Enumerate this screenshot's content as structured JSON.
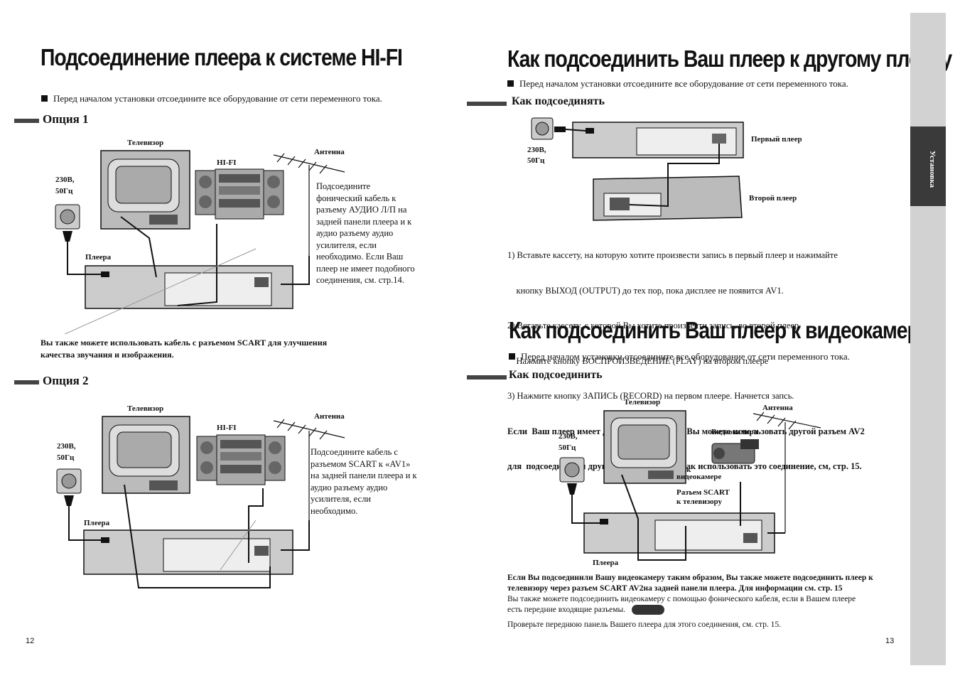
{
  "left": {
    "title": "Подсоединение плеера к системе HI-FI",
    "note": "Перед началом установки отсоедините все оборудование  от сети переменного тока.",
    "option1": {
      "heading": "Опция 1",
      "tv": "Телевизор",
      "hifi": "HI-FI",
      "antenna": "Антенна",
      "power_v": "230В,",
      "power_hz": "50Гц",
      "player": "Плеера",
      "text": [
        "Подсоедините",
        "фонический кабель к",
        "разъему АУДИО Л/П  на",
        "задней панели плеера и к",
        "аудио  разъему аудио",
        "усилителя, если",
        "необходимо. Если Ваш",
        "плеер не имеет подобного",
        "соединения, см. стр.14."
      ],
      "scart_note": [
        "Вы также можете использовать кабель с  разъемом  SCART для улучшения",
        "качества звучания и изображения."
      ]
    },
    "option2": {
      "heading": "Опция 2",
      "tv": "Телевизор",
      "hifi": "HI-FI",
      "antenna": "Антенна",
      "power_v": "230В,",
      "power_hz": "50Гц",
      "player": "Плеера",
      "text": [
        "Подсоедините кабель с",
        "разъемом SCART к «AV1»",
        "на задней панели плеера и к",
        "аудио разъему аудио",
        "усилителя, если",
        "необходимо."
      ]
    },
    "page_number": "12"
  },
  "right": {
    "title1": "Как подсоединить Ваш плеер к другому плееру",
    "note1": "Перед началом установки отсоедините все оборудование  от сети переменного тока.",
    "section1": "Как подсоединять",
    "diag1": {
      "power_v": "230В,",
      "power_hz": "50Гц",
      "first_player": "Первый плеер",
      "second_player": "Второй плеер"
    },
    "steps": [
      "1) Вставьте кассету, на которую хотите произвести запись в первый плеер и нажимайте",
      "    кнопку ВЫХОД (OUTPUT) до тех пор, пока дисплее не появится AV1.",
      "2) Вставьте кассету, с которой Вы хотите произвести запись, во второй плеер.",
      "    Нажмите кнопку ВОСПРОИЗВЕДЕНИЕ (PLAY) на втором плеере",
      "3) Нажмите кнопку ЗАПИСЬ (RECORD) на первом плеере. Начнется запсь."
    ],
    "steps_bold": [
      "Если  Ваш плеер имеет два разъема SCART, Вы можете использовать другой разъем AV2",
      "для  подсоединения другого оборудования. Как использовать это соединение, см, стр. 15."
    ],
    "title2": "Как подсоединить Ваш плеер к видеокамере",
    "note2": "Перед началом установки отсоедините все оборудование  от сети переменного тока.",
    "section2": "Как подсоединить",
    "diag2": {
      "tv": "Телевизор",
      "antenna": "Антенна",
      "camcorder": "Видеокамера",
      "power_v": "230В,",
      "power_hz": "50Гц",
      "to_camcorder_1": "к",
      "to_camcorder_2": "видеокамере",
      "scart_1": "Разъем SCART",
      "scart_2": "к телевизору",
      "player": "Плеера"
    },
    "final_bold": [
      "Если Вы подсоединили Вашу видеокамеру таким образом, Вы также можете подсоединить плеер к",
      "телевизору через разъем SCART AV2на задней панели плеера. Для информации см. стр. 15"
    ],
    "final_1": "Вы также можете подсоединить видеокамеру с помощью фонического кабеля, если в Вашем плеере",
    "final_2": "есть передние входящие разъемы.",
    "final_3": "Проверьте переднюю панель Вашего плеера для этого соединения, см. стр. 15.",
    "page_number": "13"
  },
  "side_tab": "Установка"
}
